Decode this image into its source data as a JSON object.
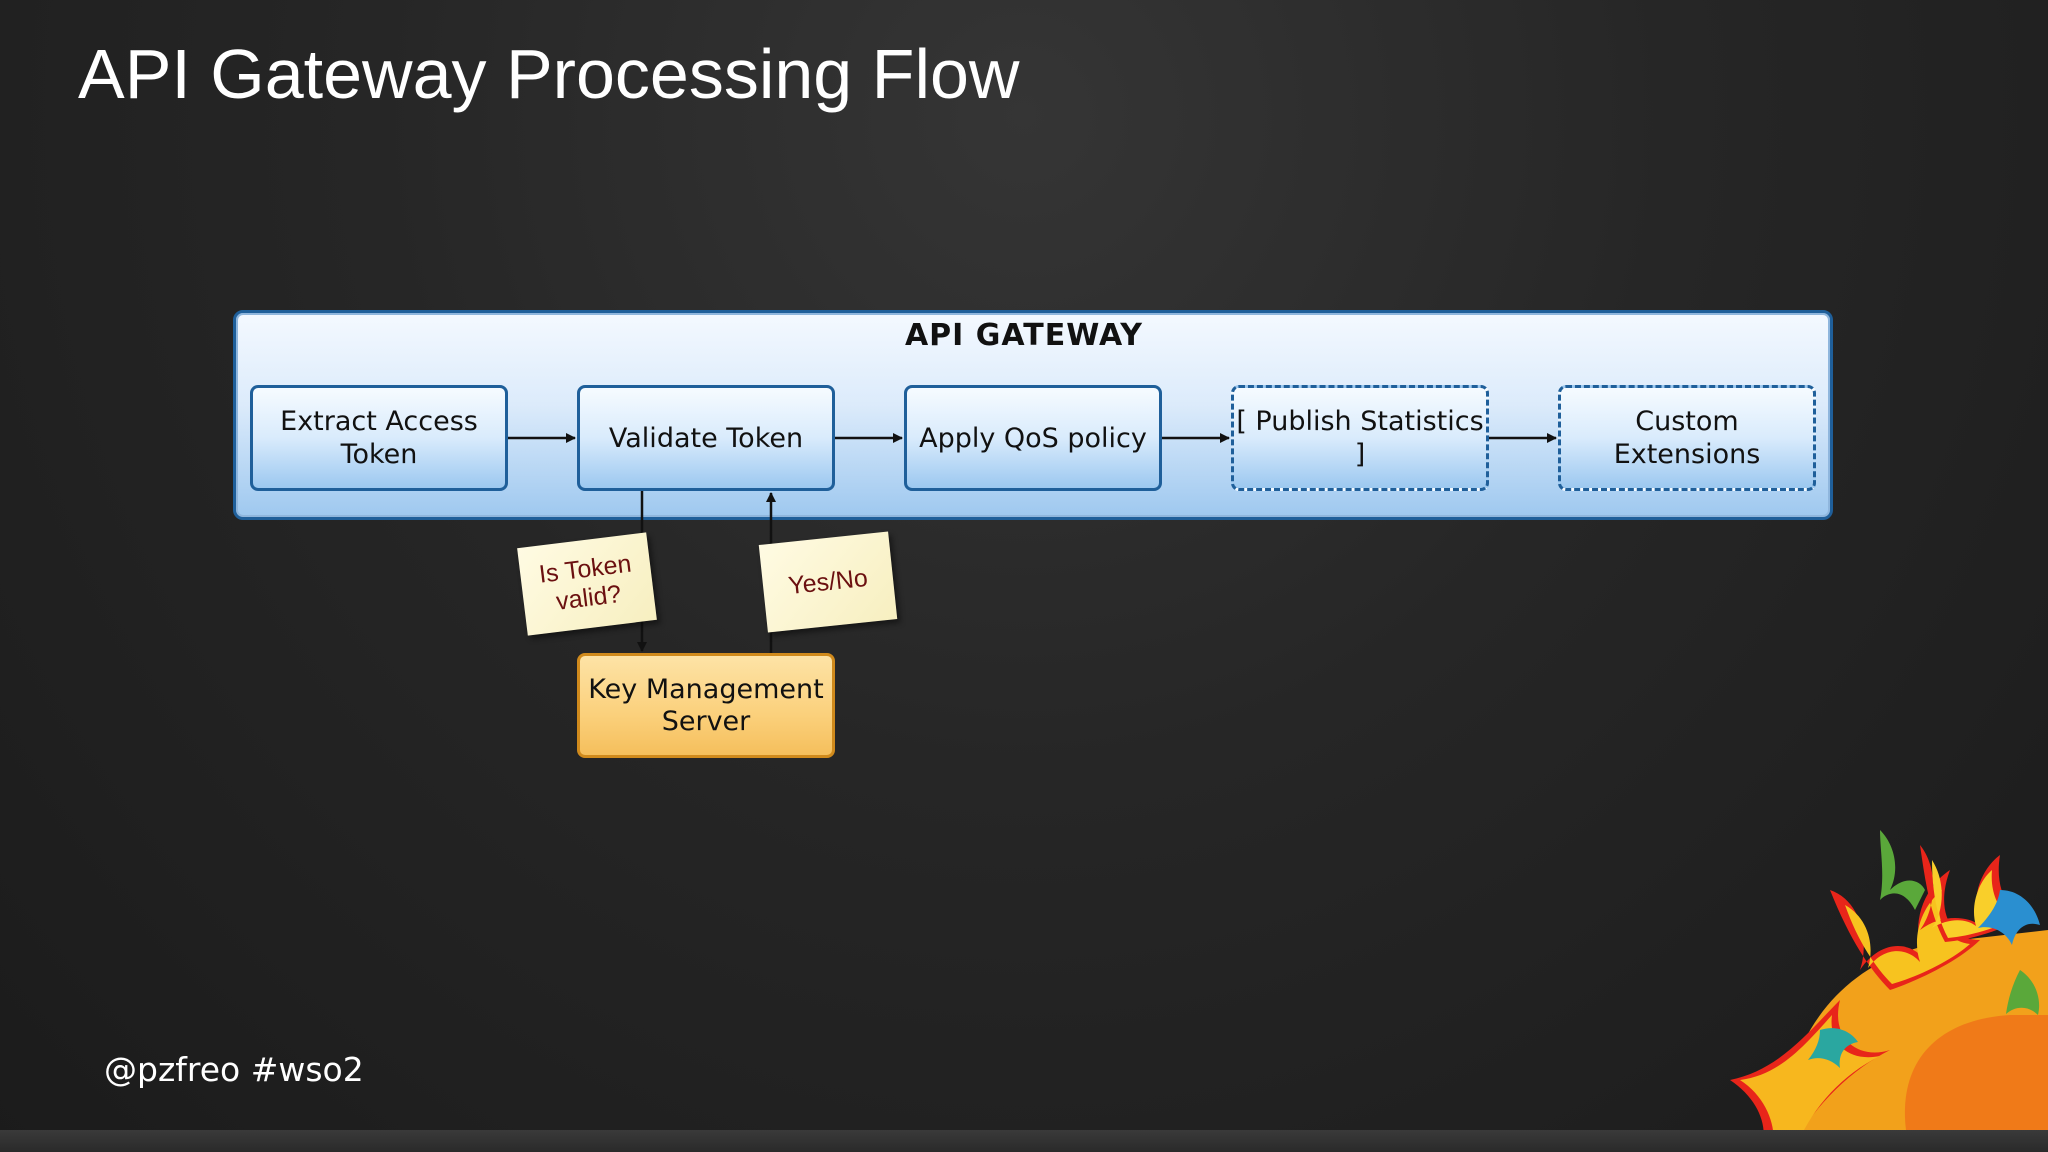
{
  "slide": {
    "title": "API Gateway Processing Flow",
    "footer": "@pzfreo #wso2"
  },
  "diagram": {
    "container_label": "API GATEWAY",
    "steps": [
      {
        "label": "Extract Access Token",
        "style": "solid"
      },
      {
        "label": "Validate Token",
        "style": "solid"
      },
      {
        "label": "Apply QoS policy",
        "style": "solid"
      },
      {
        "label": "[ Publish Statistics ]",
        "style": "dashed"
      },
      {
        "label": "Custom Extensions",
        "style": "dashed"
      }
    ],
    "key_server": "Key Management Server",
    "notes": {
      "request": "Is Token valid?",
      "response": "Yes/No"
    }
  },
  "colors": {
    "background": "#222222",
    "gateway_border": "#1f5f9a",
    "gateway_fill": "#dcebfb",
    "key_server_fill": "#fbd07b",
    "key_server_border": "#d08a1c",
    "note_fill": "#f7efc0",
    "note_text": "#6b1010"
  },
  "decoration": {
    "corner_logo": "sun-logo-icon"
  }
}
